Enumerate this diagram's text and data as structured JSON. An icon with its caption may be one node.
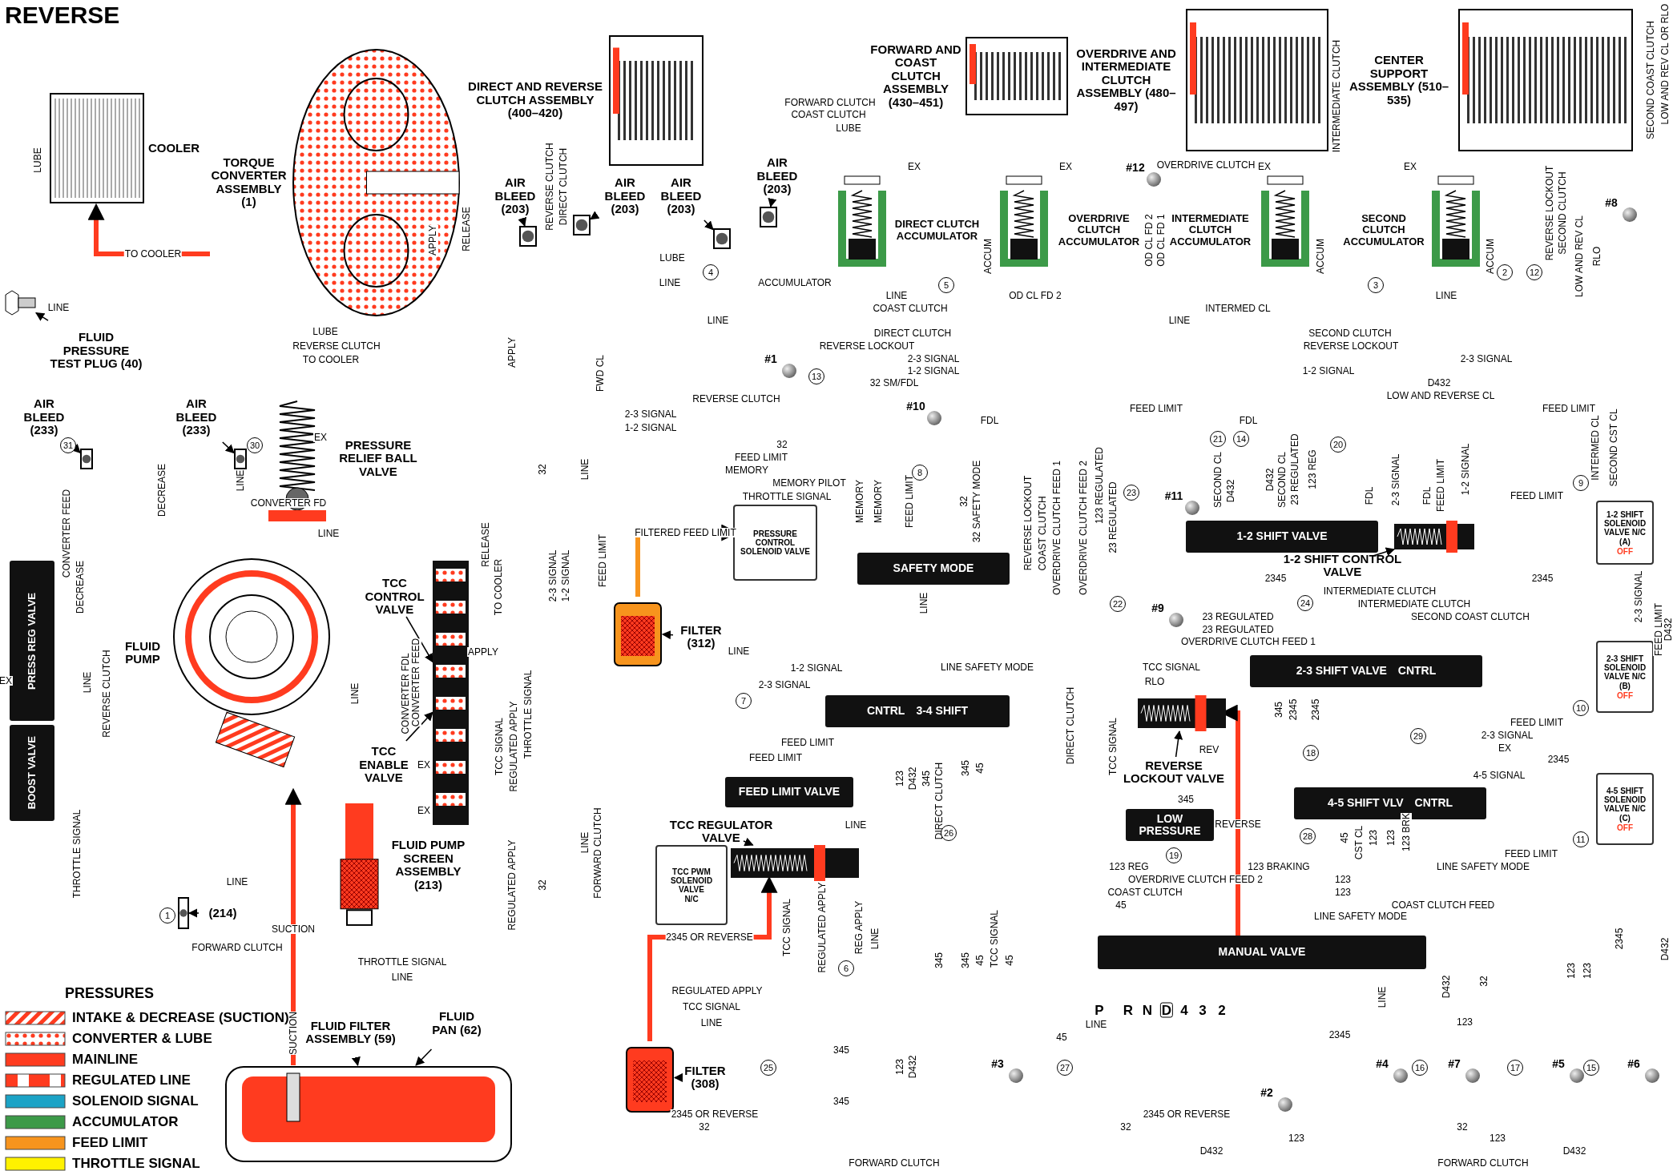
{
  "diagram": {
    "title": "REVERSE",
    "nodes": [
      {
        "text": [
          "TORQUE CONVERTER ASSEMBLY (1)"
        ]
      },
      {
        "text": [
          "COOLER"
        ]
      },
      {
        "text": [
          "DIRECT AND REVERSE CLUTCH ASSEMBLY (400–420)"
        ]
      },
      {
        "text": [
          "FORWARD AND COAST CLUTCH ASSEMBLY (430–451)"
        ]
      },
      {
        "text": [
          "OVERDRIVE AND INTERMEDIATE CLUTCH ASSEMBLY (480–497)"
        ]
      },
      {
        "text": [
          "CENTER SUPPORT ASSEMBLY (510–535)"
        ]
      },
      {
        "text": [
          "FLUID PRESSURE TEST PLUG (40)"
        ]
      },
      {
        "text": [],
        "shape": "picture"
      },
      {
        "text": [
          "AIR BLEED (233)"
        ]
      },
      {
        "text": [],
        "shape": "picture"
      },
      {
        "text": [
          "AIR BLEED (233)"
        ]
      },
      {
        "text": [],
        "shape": "picture"
      },
      {
        "text": [
          "AIR BLEED (203)"
        ]
      },
      {
        "text": [
          "AIR BLEED (203)"
        ]
      },
      {
        "text": [
          "AIR BLEED (203)"
        ]
      },
      {
        "text": [
          "AIR BLEED (203)"
        ]
      },
      {
        "text": [],
        "shape": "picture"
      },
      {
        "text": [],
        "shape": "picture"
      },
      {
        "text": [],
        "shape": "picture"
      },
      {
        "text": [],
        "shape": "picture"
      },
      {
        "text": [
          "PRESSURE RELIEF BALL VALVE"
        ]
      },
      {
        "text": [
          "PRESS REG VALVE"
        ]
      },
      {
        "text": [
          "BOOST VALVE"
        ]
      },
      {
        "text": [
          "FLUID PUMP"
        ]
      },
      {
        "text": [
          "TCC CONTROL VALVE"
        ]
      },
      {
        "text": [
          "TCC ENABLE VALVE"
        ]
      },
      {
        "text": [],
        "shape": "picture"
      },
      {
        "text": [
          "FLUID PUMP SCREEN ASSEMBLY (213)"
        ]
      },
      {
        "text": [
          "FLUID FILTER ASSEMBLY (59)"
        ]
      },
      {
        "text": [
          "FLUID PAN (62)"
        ]
      },
      {
        "text": [],
        "shape": "picture"
      },
      {
        "text": [
          "FILTER (312)"
        ]
      },
      {
        "text": [],
        "shape": "picture"
      },
      {
        "text": [
          "FILTER (308)"
        ]
      },
      {
        "text": [],
        "shape": "picture"
      },
      {
        "text": [
          "PRESSURE CONTROL SOLENOID VALVE"
        ]
      },
      {
        "text": [
          "SAFETY MODE"
        ]
      },
      {
        "text": [
          "CNTRL",
          "3-4 SHIFT"
        ]
      },
      {
        "text": [
          "FEED LIMIT VALVE"
        ]
      },
      {
        "text": [
          "TCC REGULATOR VALVE"
        ]
      },
      {
        "text": [
          "TCC PWM SOLENOID VALVE",
          "N/C"
        ]
      },
      {
        "text": [],
        "shape": "picture"
      },
      {
        "text": [
          "1-2 SHIFT VALVE"
        ]
      },
      {
        "text": [
          "1-2 SHIFT CONTROL VALVE"
        ]
      },
      {
        "text": [],
        "shape": "picture"
      },
      {
        "text": [
          "1-2 SHIFT SOLENOID VALVE N/C",
          "(A)",
          "OFF"
        ]
      },
      {
        "text": [
          "2-3 SHIFT VALVE",
          "CNTRL"
        ]
      },
      {
        "text": [
          "2-3 SHIFT SOLENOID VALVE N/C",
          "(B)",
          "OFF"
        ]
      },
      {
        "text": [
          "4-5 SHIFT VLV",
          "CNTRL"
        ]
      },
      {
        "text": [
          "4-5 SHIFT SOLENOID VALVE N/C",
          "(C)",
          "OFF"
        ]
      },
      {
        "text": [
          "REVERSE LOCKOUT VALVE"
        ]
      },
      {
        "text": [],
        "shape": "picture"
      },
      {
        "text": [
          "LOW PRESSURE"
        ]
      },
      {
        "text": [
          "MANUAL VALVE"
        ]
      },
      {
        "text": [
          "DIRECT CLUTCH ACCUMULATOR"
        ]
      },
      {
        "text": [
          "OVERDRIVE CLUTCH ACCUMULATOR"
        ]
      },
      {
        "text": [
          "INTERMEDIATE CLUTCH ACCUMULATOR"
        ]
      },
      {
        "text": [
          "SECOND CLUTCH ACCUMULATOR"
        ]
      },
      {
        "text": [
          "(214)"
        ]
      },
      {
        "text": [],
        "shape": "picture"
      }
    ],
    "edges": [
      {
        "from": 6,
        "to": 7,
        "arrow": "to"
      },
      {
        "from": 8,
        "to": 9,
        "arrow": "to"
      },
      {
        "from": 10,
        "to": 11,
        "arrow": "to"
      },
      {
        "from": 12,
        "to": 16,
        "arrow": "to"
      },
      {
        "from": 13,
        "to": 17,
        "arrow": "to"
      },
      {
        "from": 14,
        "to": 18,
        "arrow": "to"
      },
      {
        "from": 15,
        "to": 19,
        "arrow": "to"
      },
      {
        "from": 24,
        "to": 26,
        "arrow": "to"
      },
      {
        "from": 25,
        "to": 26,
        "arrow": "to"
      },
      {
        "from": 28,
        "to": 30,
        "arrow": "to"
      },
      {
        "from": 29,
        "to": 30,
        "arrow": "to"
      },
      {
        "from": 31,
        "to": 32,
        "arrow": "to"
      },
      {
        "from": 33,
        "to": 34,
        "arrow": "to"
      },
      {
        "from": 39,
        "to": 41,
        "arrow": "to"
      },
      {
        "from": 43,
        "to": 44,
        "arrow": "to"
      },
      {
        "from": 50,
        "to": 51,
        "arrow": "to"
      },
      {
        "from": 58,
        "to": 59,
        "arrow": "to"
      },
      {
        "from": 30,
        "to": 23,
        "arrow": "to",
        "label": "SUCTION",
        "style": "thick",
        "color": "#ff3b1f"
      },
      {
        "from": 0,
        "to": 1,
        "arrow": "to",
        "label": "TO COOLER",
        "style": "thick",
        "color": "#ff3b1f"
      },
      {
        "from": 34,
        "to": 41,
        "arrow": "to",
        "label": "2345 OR REVERSE",
        "style": "thick",
        "color": "#ff3b1f"
      },
      {
        "from": 53,
        "to": 51,
        "arrow": "to",
        "label": "REVERSE",
        "style": "thick",
        "color": "#ff3b1f"
      },
      {
        "from": 32,
        "to": 35,
        "arrow": "to",
        "label": "FILTERED FEED LIMIT",
        "style": "thick",
        "color": "#f7941d"
      }
    ],
    "labels": [
      "PRESSURES",
      "LUBE",
      "LINE",
      "LUBE",
      "REVERSE CLUTCH",
      "TO COOLER",
      "APPLY",
      "RELEASE",
      "REVERSE CLUTCH",
      "DIRECT CLUTCH",
      "FORWARD CLUTCH",
      "COAST CLUTCH",
      "LUBE",
      "LUBE",
      "LINE",
      "ACCUMULATOR",
      "LINE",
      "LINE",
      "COAST CLUTCH",
      "OD CL FD 2",
      "LINE",
      "INTERMED CL",
      "LINE",
      "DIRECT CLUTCH",
      "SECOND CLUTCH",
      "REVERSE LOCKOUT",
      "REVERSE LOCKOUT",
      "2-3 SIGNAL",
      "2-3 SIGNAL",
      "1-2 SIGNAL",
      "1-2 SIGNAL",
      "32 SM/FDL",
      "FDL",
      "D432",
      "LOW AND REVERSE CL",
      "FEED LIMIT",
      "FEED LIMIT",
      "FDL",
      "REVERSE CLUTCH",
      "2-3 SIGNAL",
      "1-2 SIGNAL",
      "32",
      "FEED LIMIT",
      "MEMORY",
      "MEMORY PILOT",
      "THROTTLE SIGNAL",
      "OVERDRIVE CLUTCH",
      "INTERMEDIATE CLUTCH",
      "OD CL FD 2",
      "OD CL FD 1",
      "REVERSE LOCKOUT",
      "SECOND CLUTCH",
      "LOW AND REV CL",
      "RLO",
      "SECOND COAST CLUTCH",
      "LOW AND REV CL OR RLO",
      "MEMORY",
      "MEMORY",
      "FEED LIMIT",
      "32",
      "32 SAFETY MODE",
      "REVERSE LOCKOUT",
      "COAST CLUTCH",
      "OVERDRIVE CLUTCH FEED 1",
      "OVERDRIVE CLUTCH FEED 2",
      "123 REGULATED",
      "23 REGULATED",
      "SECOND CL",
      "D432",
      "D432",
      "SECOND CL",
      "23 REGULATED",
      "123 REG",
      "FDL",
      "2-3 SIGNAL",
      "FDL",
      "FEED LIMIT",
      "1-2 SIGNAL",
      "FEED LIMIT",
      "INTERMED CL",
      "SECOND CST CL",
      "2345",
      "2345",
      "2-3 SIGNAL",
      "FEED LIMIT",
      "D432",
      "INTERMEDIATE CLUTCH",
      "INTERMEDIATE CLUTCH",
      "23 REGULATED",
      "SECOND COAST CLUTCH",
      "23 REGULATED",
      "OVERDRIVE CLUTCH FEED 1",
      "TCC SIGNAL",
      "RLO",
      "REV",
      "LINE SAFETY MODE",
      "LINE",
      "1-2 SIGNAL",
      "2-3 SIGNAL",
      "LINE",
      "FEED LIMIT",
      "FEED LIMIT",
      "345",
      "123 REG",
      "123 BRAKING",
      "OVERDRIVE CLUTCH FEED 2",
      "COAST CLUTCH",
      "45",
      "LINE SAFETY MODE",
      "COAST CLUTCH FEED",
      "123",
      "123",
      "2-3 SIGNAL",
      "EX",
      "2345",
      "FEED LIMIT",
      "4-5 SIGNAL",
      "FEED LIMIT",
      "LINE SAFETY MODE",
      "LINE",
      "2345",
      "LINE",
      "D432",
      "32",
      "123",
      "2345 OR REVERSE",
      "32",
      "123",
      "D432",
      "FORWARD CLUTCH",
      "FORWARD CLUTCH",
      "123",
      "D432",
      "32",
      "45",
      "345",
      "345",
      "2345 OR REVERSE",
      "32",
      "REGULATED APPLY",
      "TCC SIGNAL",
      "LINE",
      "LINE",
      "THROTTLE SIGNAL",
      "FORWARD CLUTCH",
      "LINE",
      "TCC SIGNAL",
      "REGULATED APPLY",
      "REG APPLY",
      "LINE",
      "LINE",
      "TCC SIGNAL",
      "REGULATED APPLY",
      "THROTTLE SIGNAL",
      "REGULATED APPLY",
      "32",
      "FORWARD CLUTCH",
      "LINE",
      "32",
      "LINE",
      "FWD CL",
      "2-3 SIGNAL",
      "1-2 SIGNAL",
      "FEED LIMIT",
      "123",
      "D432",
      "345",
      "DIRECT CLUTCH",
      "345",
      "45",
      "DIRECT CLUTCH",
      "TCC SIGNAL",
      "345",
      "345",
      "45",
      "TCC SIGNAL",
      "45",
      "123",
      "D432",
      "345",
      "2345",
      "2345",
      "45",
      "CST CL",
      "123",
      "123",
      "123 BRK",
      "2345",
      "D432",
      "123",
      "123",
      "CONVERTER FEED",
      "DECREASE",
      "DECREASE",
      "LINE",
      "REVERSE CLUTCH",
      "THROTTLE SIGNAL",
      "LINE",
      "LINE",
      "CONVERTER FD",
      "SUCTION",
      "EX",
      "RELEASE",
      "TO COOLER",
      "APPLY",
      "APPLY",
      "CONVERTER FDL",
      "CONVERTER FEED",
      "EX",
      "EX",
      "EX",
      "ACCUM",
      "ACCUM",
      "ACCUM",
      "EX",
      "EX",
      "EX",
      "EX",
      "LINE",
      "P",
      "R",
      "N",
      "D",
      "4",
      "3",
      "2",
      "4",
      "5",
      "3",
      "2",
      "12",
      "13",
      "31",
      "30",
      "21",
      "14",
      "20",
      "8",
      "23",
      "9",
      "22",
      "24",
      "7",
      "10",
      "29",
      "18",
      "26",
      "28",
      "11",
      "19",
      "1",
      "6",
      "25",
      "27",
      "16",
      "17",
      "15",
      "#12",
      "#8",
      "#1",
      "#10",
      "#11",
      "#9",
      "#3",
      "#4",
      "#7",
      "#5",
      "#6",
      "#2"
    ],
    "legend": [
      {
        "text": "INTAKE & DECREASE (SUCTION)"
      },
      {
        "text": "CONVERTER & LUBE"
      },
      {
        "text": "MAINLINE",
        "color": "#ff3b1f"
      },
      {
        "text": "REGULATED LINE"
      },
      {
        "text": "SOLENOID SIGNAL",
        "color": "#1ba3c6"
      },
      {
        "text": "ACCUMULATOR",
        "color": "#3c9a48"
      },
      {
        "text": "FEED LIMIT",
        "color": "#f7941d"
      },
      {
        "text": "THROTTLE SIGNAL",
        "color": "#fff200"
      }
    ]
  }
}
